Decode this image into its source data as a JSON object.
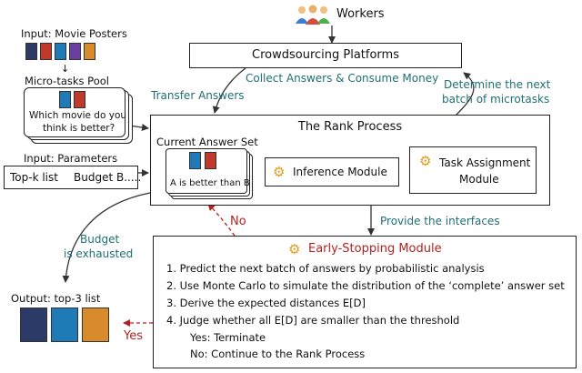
{
  "workers": {
    "label": "Workers"
  },
  "crowdsourcing": {
    "label": "Crowdsourcing Platforms"
  },
  "edges": {
    "collect": "Collect Answers & Consume Money",
    "determine_line1": "Determine the next",
    "determine_line2": "batch of microtasks",
    "transfer": "Transfer Answers",
    "provide": "Provide the interfaces",
    "no": "No",
    "yes": "Yes",
    "budget_line1": "Budget",
    "budget_line2": "is exhausted"
  },
  "inputs": {
    "posters_label": "Input: Movie Posters",
    "pool_label": "Micro-tasks Pool",
    "pool_question_line1": "Which movie do you",
    "pool_question_line2": "think is better?",
    "params_label": "Input: Parameters",
    "topk": "Top-k list",
    "budget": "Budget B....."
  },
  "rank_process": {
    "title": "The Rank Process",
    "answer_set_title": "Current Answer Set",
    "answer_text": "A is better than B",
    "inference": "Inference Module",
    "task_assign_line1": "Task Assignment",
    "task_assign_line2": "Module"
  },
  "early_stopping": {
    "title": "Early-Stopping Module",
    "steps": [
      "1. Predict the next batch of answers by probabilistic analysis",
      "2. Use Monte Carlo to simulate the distribution of the ‘complete’ answer set",
      "3. Derive the expected distances E[D]",
      "4. Judge whether all E[D] are smaller than the threshold"
    ],
    "yes_line": "Yes:  Terminate",
    "no_line": "No:   Continue to the Rank Process"
  },
  "output": {
    "label": "Output: top-3 list"
  },
  "colors": {
    "teal": "#1f6f73",
    "red": "#b22222",
    "gear": "#e59a1a",
    "poster_palette": [
      "#2b3a67",
      "#c0392b",
      "#1e7bb8",
      "#6b3fa0",
      "#d98b2b"
    ]
  },
  "icons": {
    "workers": "people-group-icon",
    "gear": "gear-icon",
    "poster": "movie-poster-thumbnail"
  }
}
